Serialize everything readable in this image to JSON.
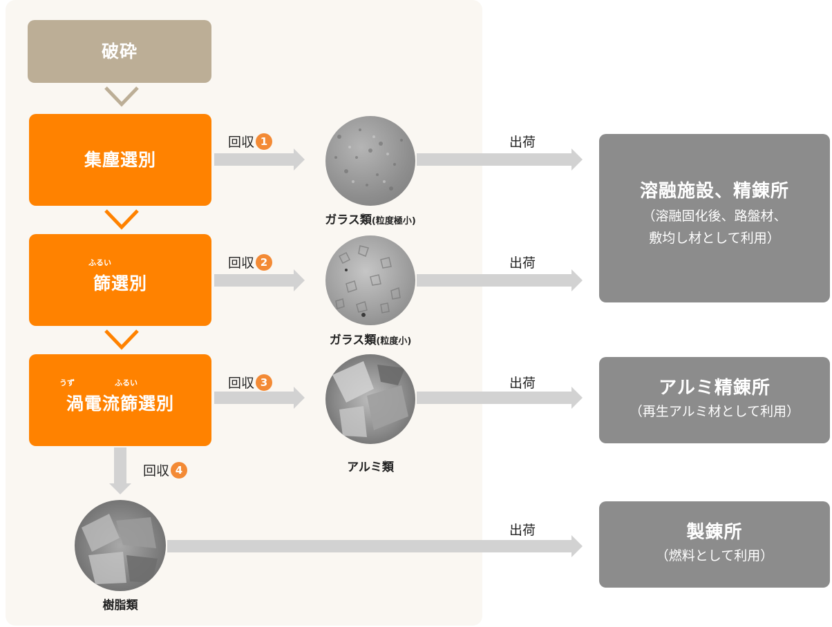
{
  "steps": {
    "crush": "破砕",
    "dust": "集塵選別",
    "sieve": "篩選別",
    "sieve_ruby": "ふるい",
    "eddy": "渦電流篩選別",
    "eddy_ruby1": "うず",
    "eddy_ruby2": "ふるい"
  },
  "recovery": {
    "label": "回収",
    "n1": "1",
    "n2": "2",
    "n3": "3",
    "n4": "4"
  },
  "materials": {
    "glass_fine": "ガラス類",
    "glass_fine_note": "(粒度極小)",
    "glass_small": "ガラス類",
    "glass_small_note": "(粒度小)",
    "aluminum": "アルミ類",
    "resin": "樹脂類"
  },
  "ship_label": "出荷",
  "destinations": {
    "d1_title": "溶融施設、精錬所",
    "d1_sub1": "（溶融固化後、路盤材、",
    "d1_sub2": "敷均し材として利用）",
    "d2_title": "アルミ精錬所",
    "d2_sub": "（再生アルミ材として利用）",
    "d3_title": "製錬所",
    "d3_sub": "（燃料として利用）"
  },
  "colors": {
    "orange": "#ff8200",
    "tan": "#bcae96",
    "dest_gray": "#8c8c8c",
    "arrow_gray": "#d2d2d2",
    "panel": "#faf7f2"
  }
}
